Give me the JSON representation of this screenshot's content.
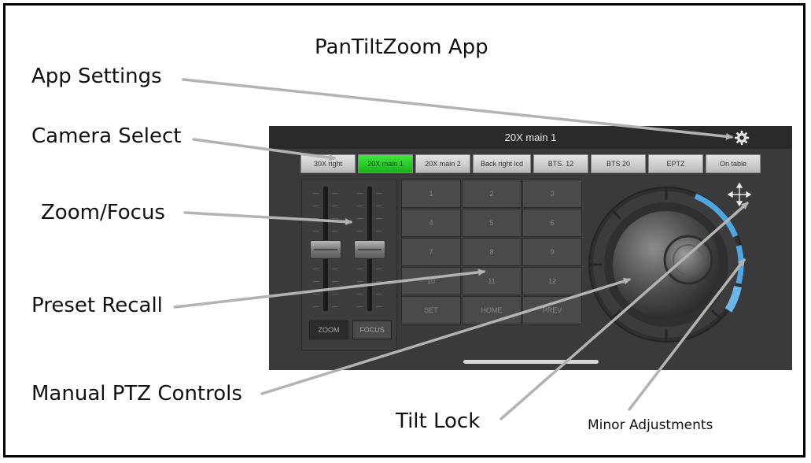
{
  "figure": {
    "title": "PanTiltZoom App",
    "callouts": {
      "app_settings": "App Settings",
      "camera_select": "Camera Select",
      "zoom_focus": "Zoom/Focus",
      "preset_recall": "Preset Recall",
      "manual_ptz": "Manual PTZ Controls",
      "tilt_lock": "Tilt Lock",
      "minor_adjustments": "Minor Adjustments"
    }
  },
  "app": {
    "window_title": "20X main 1",
    "settings_icon": "gear-icon",
    "cameras": [
      {
        "label": "30X right",
        "active": false
      },
      {
        "label": "20X main 1",
        "active": true
      },
      {
        "label": "20X main 2",
        "active": false
      },
      {
        "label": "Back right lcd",
        "active": false
      },
      {
        "label": "BTS. 12",
        "active": false
      },
      {
        "label": "BTS 20",
        "active": false
      },
      {
        "label": "EPTZ",
        "active": false
      },
      {
        "label": "On table",
        "active": false
      }
    ],
    "zoom_label": "ZOOM",
    "focus_label": "FOCUS",
    "presets": [
      "1",
      "2",
      "3",
      "4",
      "5",
      "6",
      "7",
      "8",
      "9",
      "10",
      "11",
      "12"
    ],
    "set_label": "SET",
    "home_label": "HOME",
    "prev_label": "PREV",
    "tilt_lock_icon": "move-arrows-icon",
    "colors": {
      "active_camera": "#22cc22",
      "minor_adjust_ring": "#4fa6e0",
      "screen_bg": "#3a3a3c"
    }
  }
}
